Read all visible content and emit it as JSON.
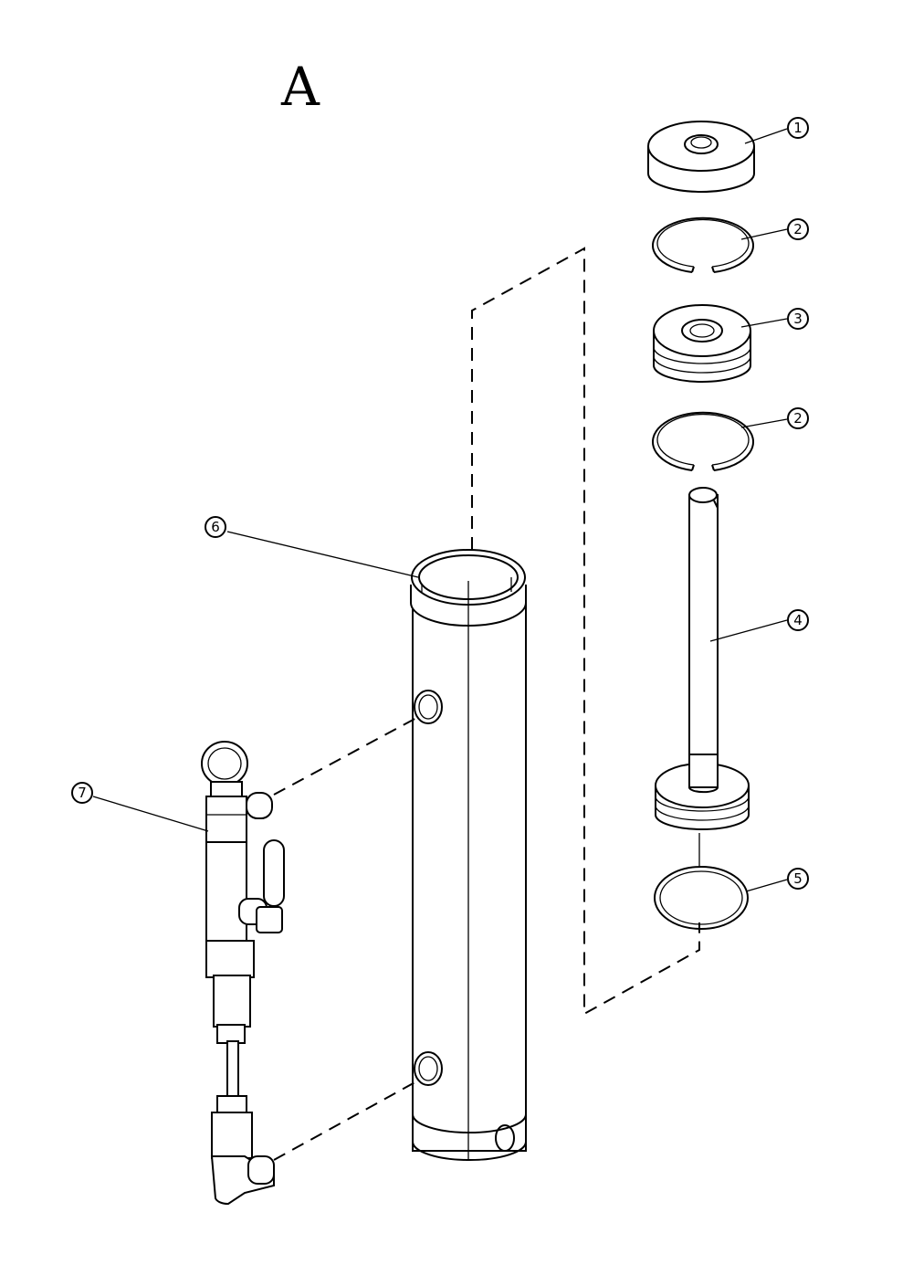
{
  "view_label": "A",
  "callouts": [
    {
      "id": "callout-1",
      "label": "1"
    },
    {
      "id": "callout-2a",
      "label": "2"
    },
    {
      "id": "callout-3",
      "label": "3"
    },
    {
      "id": "callout-2b",
      "label": "2"
    },
    {
      "id": "callout-4",
      "label": "4"
    },
    {
      "id": "callout-5",
      "label": "5"
    },
    {
      "id": "callout-6",
      "label": "6"
    },
    {
      "id": "callout-7",
      "label": "7"
    }
  ]
}
